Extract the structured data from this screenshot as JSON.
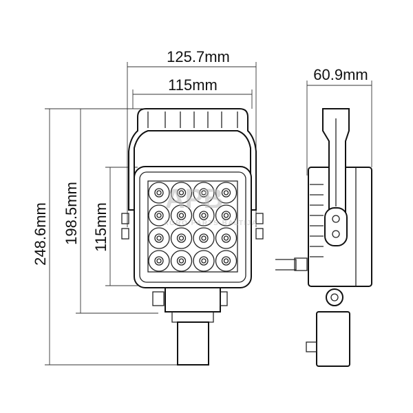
{
  "dimensions": {
    "overall_width": "125.7mm",
    "housing_width": "115mm",
    "depth": "60.9mm",
    "overall_height": "248.6mm",
    "bracket_height": "198.5mm",
    "housing_height": "115mm"
  },
  "watermark": {
    "logo": "APB",
    "text": "AGRO PARTS BALTIJA"
  },
  "led_grid": {
    "rows": 4,
    "cols": 4
  }
}
